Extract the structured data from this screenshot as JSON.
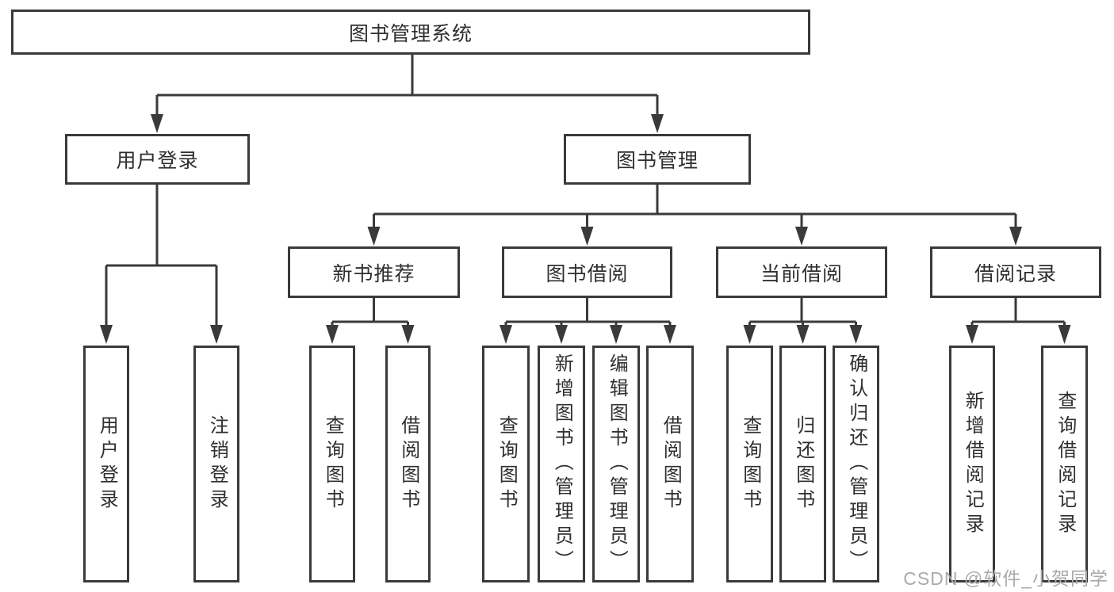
{
  "colors": {
    "line": "#3a3a3a",
    "box_border": "#3a3a3a",
    "text": "#2f2f2f",
    "watermark": "#aaaaaa",
    "background": "#ffffff"
  },
  "tree": {
    "root": {
      "label": "图书管理系统",
      "children": [
        {
          "label": "用户登录",
          "children": [
            {
              "label": "用户登录"
            },
            {
              "label": "注销登录"
            }
          ]
        },
        {
          "label": "图书管理",
          "children": [
            {
              "label": "新书推荐",
              "children": [
                {
                  "label": "查询图书"
                },
                {
                  "label": "借阅图书"
                }
              ]
            },
            {
              "label": "图书借阅",
              "children": [
                {
                  "label": "查询图书"
                },
                {
                  "label": "新增图书（管理员）"
                },
                {
                  "label": "编辑图书（管理员）"
                },
                {
                  "label": "借阅图书"
                }
              ]
            },
            {
              "label": "当前借阅",
              "children": [
                {
                  "label": "查询图书"
                },
                {
                  "label": "归还图书"
                },
                {
                  "label": "确认归还（管理员）"
                }
              ]
            },
            {
              "label": "借阅记录",
              "children": [
                {
                  "label": "新增借阅记录"
                },
                {
                  "label": "查询借阅记录"
                }
              ]
            }
          ]
        }
      ]
    }
  },
  "watermark": {
    "text": "CSDN @软件_小贺同学"
  }
}
